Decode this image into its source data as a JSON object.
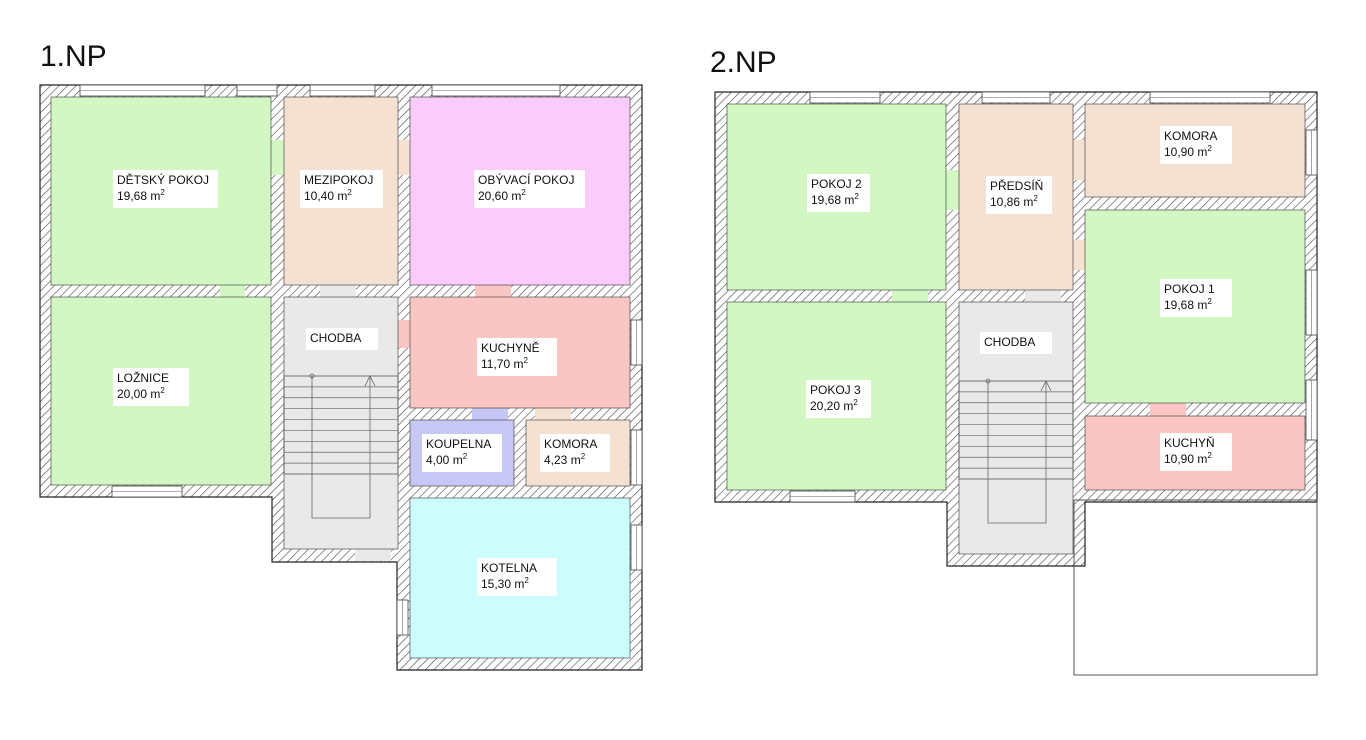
{
  "colors": {
    "wall": "#ffffff",
    "wall_outline": "#222222",
    "hatch": "#555555",
    "green": "#d2f7c3",
    "tan": "#f4e1d2",
    "pink": "#fbcbfb",
    "salmon": "#f9c6c4",
    "grey": "#e9e9e9",
    "blue": "#c7c7f6",
    "cyan": "#cdfcfc",
    "label_bg": "#ffffff"
  },
  "floors": [
    {
      "title": "1.NP",
      "rooms": [
        {
          "name": "DĚTSKÝ POKOJ",
          "area": "19,68 m",
          "unit_sup": "2",
          "color": "green"
        },
        {
          "name": "MEZIPOKOJ",
          "area": "10,40 m",
          "unit_sup": "2",
          "color": "tan"
        },
        {
          "name": "OBÝVACÍ POKOJ",
          "area": "20,60 m",
          "unit_sup": "2",
          "color": "pink"
        },
        {
          "name": "LOŽNICE",
          "area": "20,00 m",
          "unit_sup": "2",
          "color": "green"
        },
        {
          "name": "CHODBA",
          "area": "",
          "unit_sup": "",
          "color": "grey"
        },
        {
          "name": "KUCHYNĚ",
          "area": "11,70 m",
          "unit_sup": "2",
          "color": "salmon"
        },
        {
          "name": "KOUPELNA",
          "area": "4,00 m",
          "unit_sup": "2",
          "color": "blue"
        },
        {
          "name": "KOMORA",
          "area": "4,23 m",
          "unit_sup": "2",
          "color": "tan"
        },
        {
          "name": "KOTELNA",
          "area": "15,30 m",
          "unit_sup": "2",
          "color": "cyan"
        }
      ]
    },
    {
      "title": "2.NP",
      "rooms": [
        {
          "name": "POKOJ 2",
          "area": "19,68 m",
          "unit_sup": "2",
          "color": "green"
        },
        {
          "name": "PŘEDSÍŇ",
          "area": "10,86 m",
          "unit_sup": "2",
          "color": "tan"
        },
        {
          "name": "KOMORA",
          "area": "10,90 m",
          "unit_sup": "2",
          "color": "tan"
        },
        {
          "name": "POKOJ 1",
          "area": "19,68 m",
          "unit_sup": "2",
          "color": "green"
        },
        {
          "name": "POKOJ 3",
          "area": "20,20 m",
          "unit_sup": "2",
          "color": "green"
        },
        {
          "name": "CHODBA",
          "area": "",
          "unit_sup": "",
          "color": "grey"
        },
        {
          "name": "KUCHYŇ",
          "area": "10,90 m",
          "unit_sup": "2",
          "color": "salmon"
        }
      ]
    }
  ]
}
